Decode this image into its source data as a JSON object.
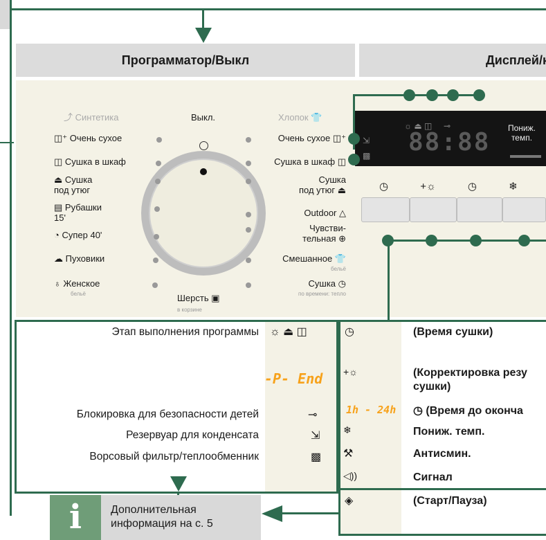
{
  "headers": {
    "programmer": "Программатор/Выкл",
    "display": "Дисплей/к"
  },
  "dial": {
    "off": "Выкл.",
    "left_group": "Синтетика",
    "right_group": "Хлопок",
    "left": [
      {
        "label": "Очень сухое",
        "sub": ""
      },
      {
        "label": "Сушка в шкаф",
        "sub": ""
      },
      {
        "label": "Сушка\nпод утюг",
        "sub": ""
      },
      {
        "label": "Рубашки\n15'",
        "sub": ""
      },
      {
        "label": "Супер 40'",
        "sub": ""
      },
      {
        "label": "Пуховики",
        "sub": ""
      },
      {
        "label": "Женское",
        "sub": "бельё"
      }
    ],
    "right": [
      {
        "label": "Очень сухое",
        "sub": ""
      },
      {
        "label": "Сушка в шкаф",
        "sub": ""
      },
      {
        "label": "Сушка\nпод утюг",
        "sub": ""
      },
      {
        "label": "Outdoor",
        "sub": ""
      },
      {
        "label": "Чувстви-\nтельная",
        "sub": ""
      },
      {
        "label": "Смешанное",
        "sub": "бельё"
      },
      {
        "label": "Сушка",
        "sub": "по времени: тепло"
      }
    ],
    "bottom": {
      "label": "Шерсть",
      "sub": "в корзине"
    }
  },
  "display": {
    "seg": "88:88",
    "low_temp": "Пониж.\nтемп."
  },
  "left_legend": {
    "stages_label": "Этап выполнения программы",
    "codes": "-P- End",
    "rows": [
      {
        "label": "Блокировка для безопасности детей"
      },
      {
        "label": "Резервуар для конденсата"
      },
      {
        "label": "Ворсовый фильтр/теплообменник"
      }
    ]
  },
  "right_legend": {
    "rows": [
      {
        "text": "(Время сушки)"
      },
      {
        "text": "(Корректировка резу\nсушки)"
      },
      {
        "code": "1h - 24h",
        "text": "(Время до оконча"
      },
      {
        "text": "Пониж. темп."
      },
      {
        "text": "Антисмин."
      },
      {
        "text": "Сигнал"
      },
      {
        "text": "(Старт/Пауза)"
      }
    ]
  },
  "info": {
    "text": "Дополнительная\nинформация на с. 5"
  },
  "colors": {
    "frame": "#2e6b4f",
    "header_bg": "#dcdcdc",
    "panel_bg": "#f4f2e6",
    "accent": "#f7a21b",
    "info_bg": "#7aa37a"
  }
}
